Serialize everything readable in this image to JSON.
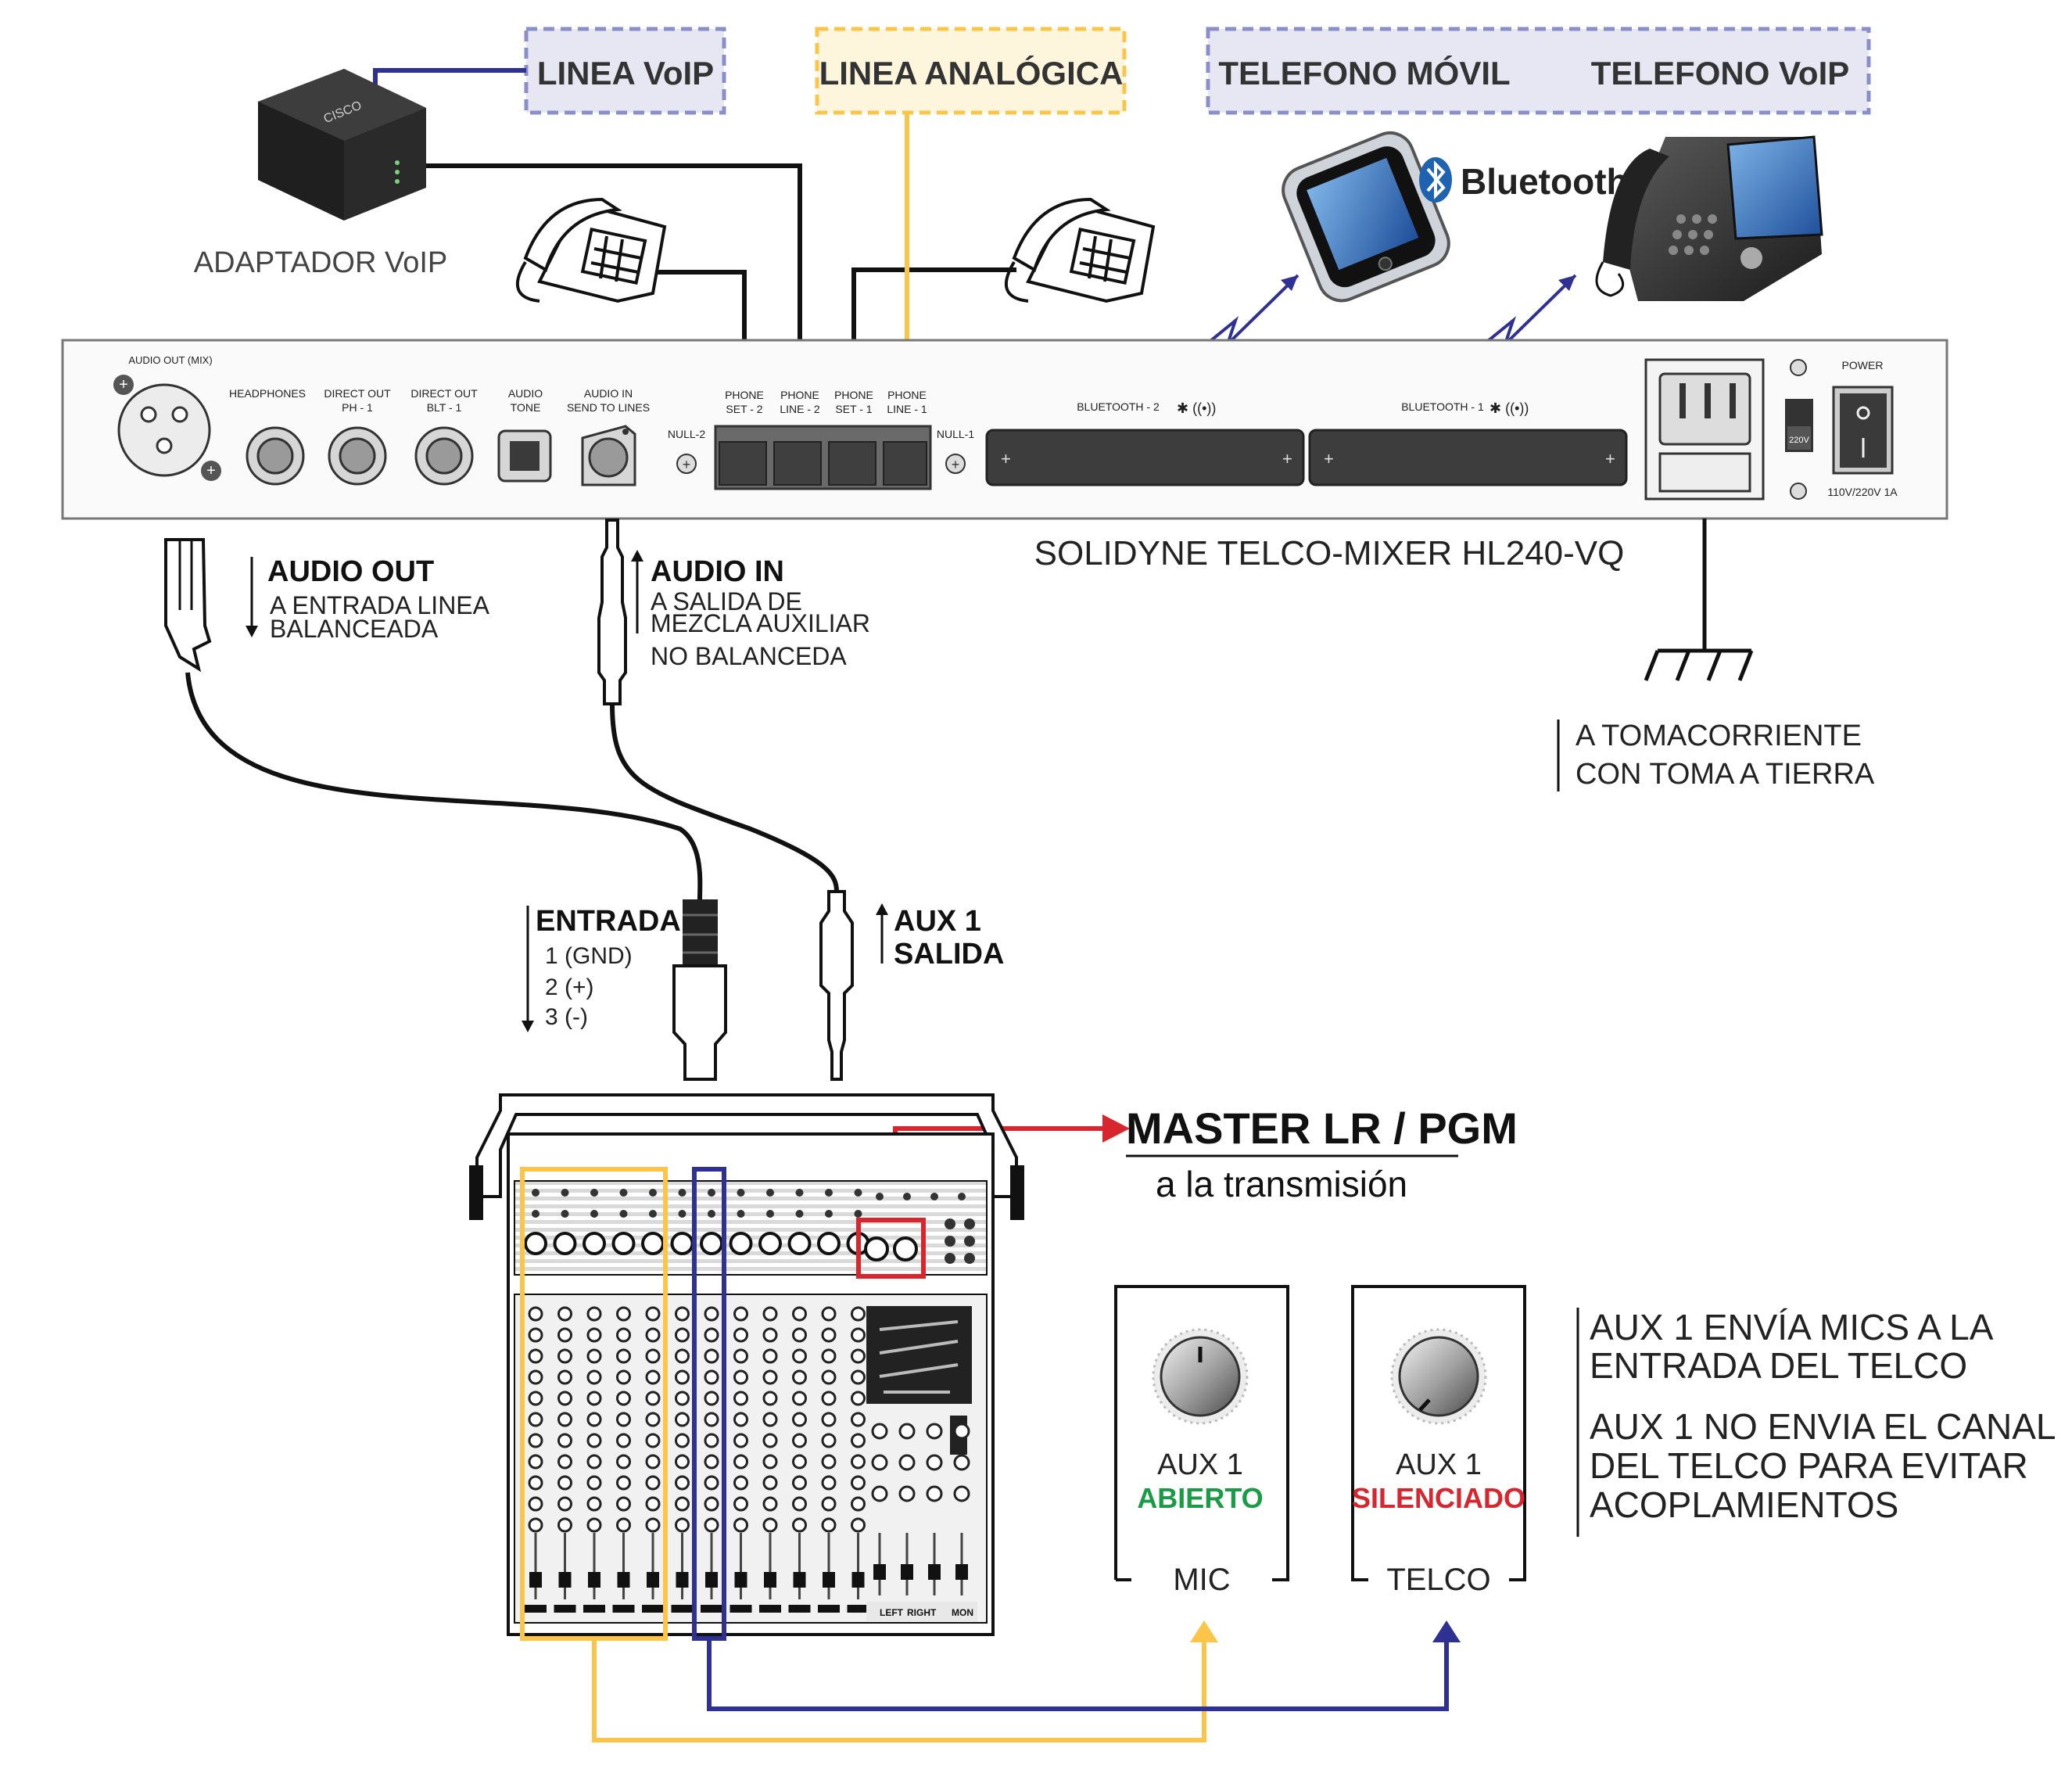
{
  "top_boxes": {
    "linea_voip": "LINEA VoIP",
    "linea_analogica": "LINEA ANALÓGICA",
    "telefono_movil": "TELEFONO MÓVIL",
    "telefono_voip": "TELEFONO VoIP"
  },
  "bluetooth_logo": "Bluetooth",
  "adapter": {
    "label": "ADAPTADOR VoIP",
    "brand": "CISCO"
  },
  "panel": {
    "audio_out_mix": "AUDIO OUT (MIX)",
    "headphones": "HEADPHONES",
    "direct_out_ph": [
      "DIRECT OUT",
      "PH - 1"
    ],
    "direct_out_blt": [
      "DIRECT OUT",
      "BLT - 1"
    ],
    "audio_tone": [
      "AUDIO",
      "TONE"
    ],
    "audio_in": [
      "AUDIO  IN",
      "SEND TO LINES"
    ],
    "null_2": "NULL-2",
    "null_1": "NULL-1",
    "phone_set_2": [
      "PHONE",
      "SET - 2"
    ],
    "phone_line_2": [
      "PHONE",
      "LINE - 2"
    ],
    "phone_set_1": [
      "PHONE",
      "SET - 1"
    ],
    "phone_line_1": [
      "PHONE",
      "LINE - 1"
    ],
    "bluetooth_2": "BLUETOOTH - 2",
    "bluetooth_1": "BLUETOOTH - 1",
    "power": "POWER",
    "voltage_switch": "220V",
    "voltage": "110V/220V 1A"
  },
  "device_name": "SOLIDYNE TELCO-MIXER HL240-VQ",
  "audio_out": {
    "title": "AUDIO OUT",
    "desc": [
      "A ENTRADA LINEA",
      "BALANCEADA"
    ]
  },
  "audio_in": {
    "title": "AUDIO IN",
    "desc": [
      "A SALIDA DE",
      "MEZCLA AUXILIAR",
      "NO BALANCEDA"
    ]
  },
  "ground": [
    "A TOMACORRIENTE",
    "CON TOMA A TIERRA"
  ],
  "entrada": {
    "title": "ENTRADA",
    "pins": [
      "1 (GND)",
      "2 (+)",
      "3 (-)"
    ]
  },
  "aux_out": [
    "AUX 1",
    "SALIDA"
  ],
  "master": {
    "title": "MASTER LR / PGM",
    "sub": "a la transmisión"
  },
  "mixer_labels": [
    "LEFT",
    "RIGHT",
    "MON"
  ],
  "knob_mic": {
    "aux": "AUX 1",
    "state": "ABIERTO",
    "channel": "MIC"
  },
  "knob_telco": {
    "aux": "AUX 1",
    "state": "SILENCIADO",
    "channel": "TELCO"
  },
  "notes": [
    [
      "AUX 1  ENVÍA MICS A LA",
      "ENTRADA DEL TELCO"
    ],
    [
      "AUX 1 NO ENVIA EL CANAL",
      "DEL TELCO PARA EVITAR",
      "ACOPLAMIENTOS"
    ]
  ],
  "colors": {
    "voip_line": "#2e3192",
    "analog_line": "#fbc54a",
    "master_red": "#d7262d",
    "state_open": "#1a9b46",
    "state_muted": "#d7262d",
    "box_fill": "#e6e7f3"
  }
}
